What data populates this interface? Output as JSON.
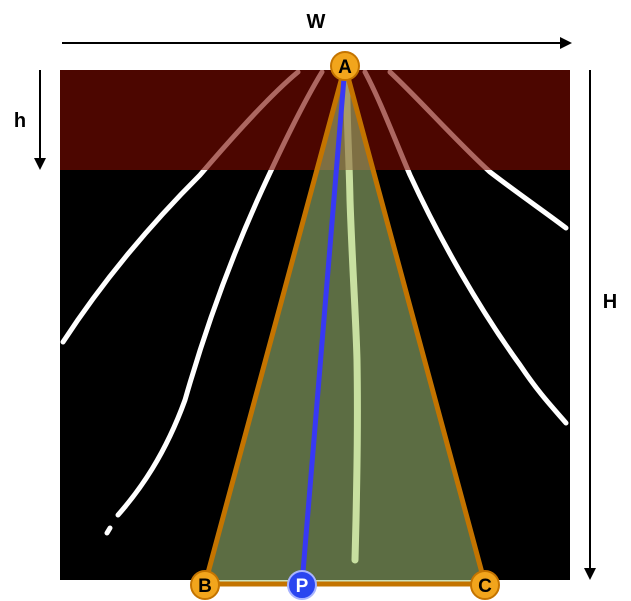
{
  "labels": {
    "width": "W",
    "height": "H",
    "band_height": "h"
  },
  "points": {
    "apex": "A",
    "bottom_left": "B",
    "bottom_right": "C",
    "projection": "P"
  },
  "colors": {
    "background": "#000000",
    "band": "#5e0700",
    "triangle_fill": "#6b7d4a",
    "triangle_stroke": "#c47400",
    "point_fill": "#f2a51c",
    "point_stroke": "#c47400",
    "p_fill": "#2a45f0",
    "p_stroke": "#7f8dff",
    "center_line": "#3838f5",
    "lane_line": "#ffffff"
  }
}
